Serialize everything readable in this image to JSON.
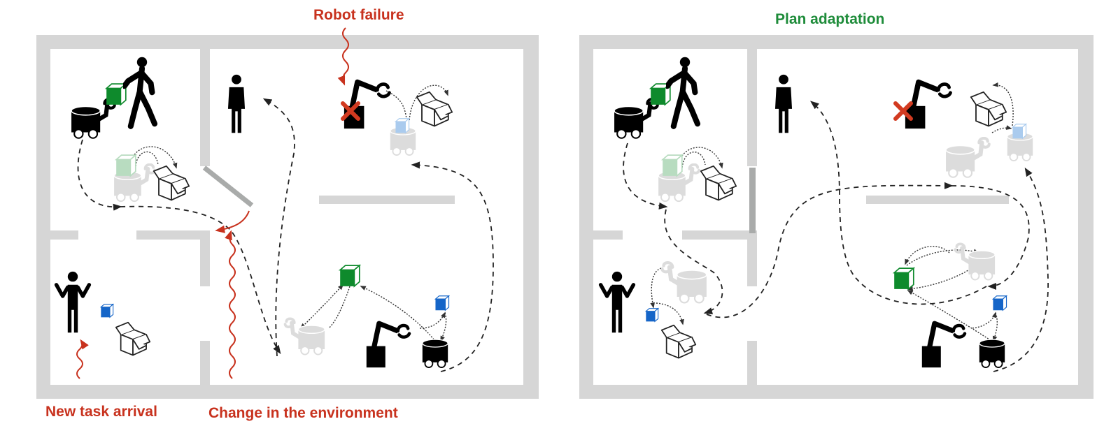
{
  "figure": {
    "panels": [
      {
        "id": "disruptions",
        "annotations": [
          {
            "key": "robot_failure",
            "text": "Robot failure"
          },
          {
            "key": "new_task",
            "text": "New task arrival"
          },
          {
            "key": "env_change",
            "text": "Change in the environment"
          }
        ],
        "door_state": "open"
      },
      {
        "id": "adaptation",
        "title": "Plan adaptation",
        "door_state": "closed"
      }
    ]
  },
  "labels": {
    "robot_failure": "Robot failure",
    "new_task_arrival": "New task arrival",
    "change_environment": "Change in the environment",
    "plan_adaptation": "Plan adaptation"
  },
  "colors": {
    "wall": "#d6d6d6",
    "door": "#a9abaa",
    "disruption": "#c8321e",
    "adaptation": "#1e8c3a",
    "green_box": "#0e8a2c",
    "blue_box": "#1565c8",
    "ghost": "#dcdcdc",
    "ghost_green": "#b8dcc0",
    "ghost_blue": "#aacbee",
    "agent": "#000000",
    "failure_mark": "#d23a20"
  },
  "icons": [
    "human-walking-icon",
    "human-standing-icon",
    "human-shrugging-icon",
    "mobile-manipulator-icon",
    "mobile-base-icon",
    "robot-arm-icon",
    "package-cube-icon",
    "open-box-icon",
    "failure-x-icon"
  ]
}
